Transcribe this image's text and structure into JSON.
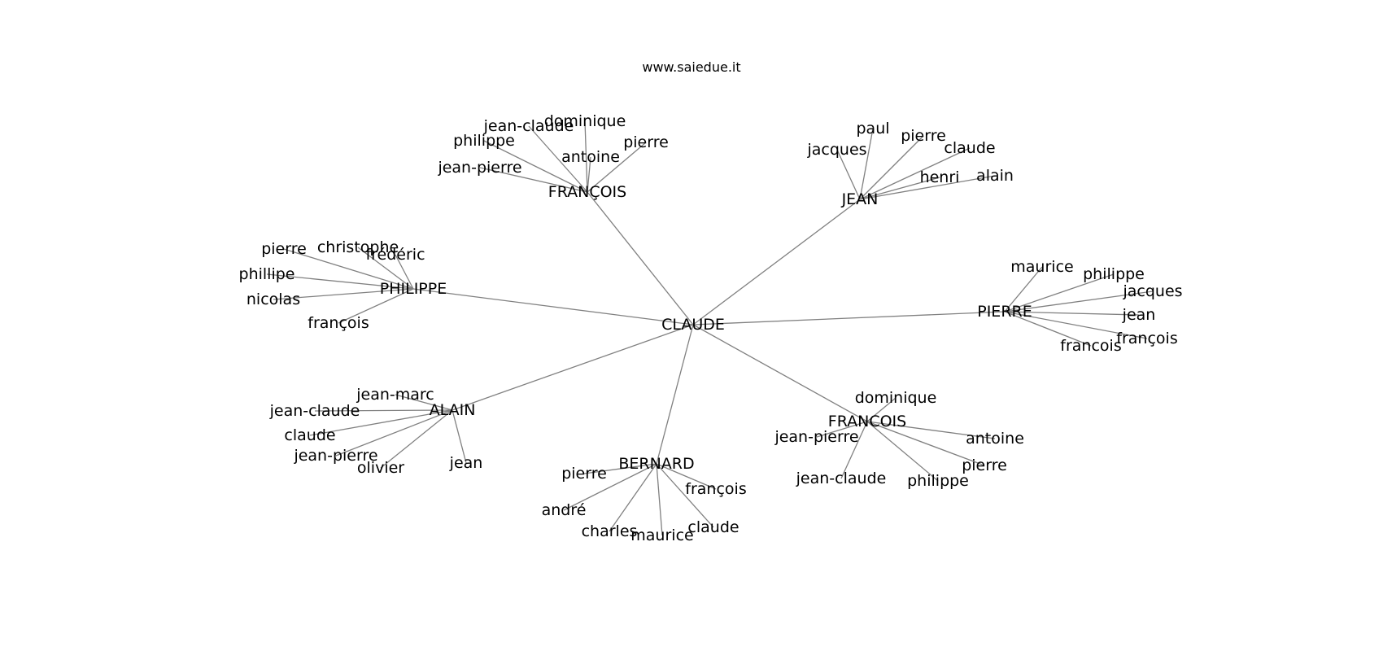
{
  "title": "www.saiedue.it",
  "colors": {
    "edge": "#808080",
    "text": "#000000",
    "background": "#ffffff"
  },
  "graph": {
    "root": "CLAUDE",
    "hubs": [
      {
        "name": "FRANÇOIS",
        "children": [
          "jean-claude",
          "dominique",
          "philippe",
          "pierre",
          "antoine",
          "jean-pierre"
        ]
      },
      {
        "name": "JEAN",
        "children": [
          "paul",
          "pierre",
          "jacques",
          "claude",
          "henri",
          "alain"
        ]
      },
      {
        "name": "PHILIPPE",
        "children": [
          "pierre",
          "christophe",
          "frédéric",
          "phillipe",
          "nicolas",
          "françois"
        ]
      },
      {
        "name": "PIERRE",
        "children": [
          "maurice",
          "philippe",
          "jacques",
          "jean",
          "françois",
          "francois"
        ]
      },
      {
        "name": "ALAIN",
        "children": [
          "jean-marc",
          "jean-claude",
          "claude",
          "jean-pierre",
          "olivier",
          "jean"
        ]
      },
      {
        "name": "FRANCOIS",
        "children": [
          "dominique",
          "jean-pierre",
          "antoine",
          "pierre",
          "jean-claude",
          "philippe"
        ]
      },
      {
        "name": "BERNARD",
        "children": [
          "pierre",
          "françois",
          "andré",
          "charles",
          "maurice",
          "claude"
        ]
      }
    ]
  }
}
